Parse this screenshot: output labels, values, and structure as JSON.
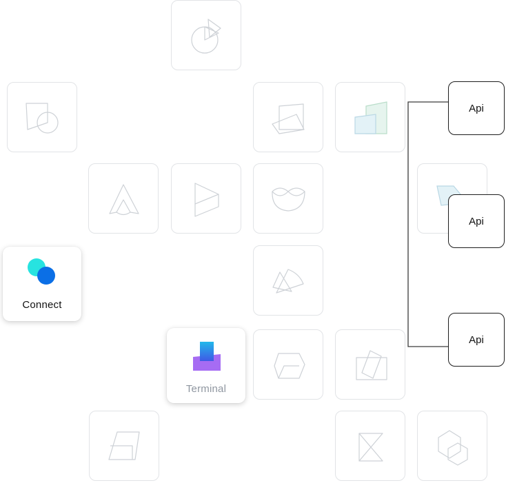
{
  "nodes": {
    "connect": {
      "label": "Connect",
      "icon": "connect-icon"
    },
    "terminal": {
      "label": "Terminal",
      "icon": "terminal-icon"
    },
    "api_nodes": [
      {
        "label": "Api"
      },
      {
        "label": "Api"
      },
      {
        "label": "Api"
      }
    ]
  },
  "colors": {
    "connect_dot_a": "#27e3e0",
    "connect_dot_b": "#0b6fe6",
    "terminal_bar_top": "#22b8ea",
    "terminal_bar_bottom": "#3f59e6",
    "terminal_base": "#a66cf3",
    "connector_line": "#3a3a3a",
    "faint_tile_border": "#e1e3e6",
    "faint_icon_stroke": "#cdd1d6",
    "terminal_label_color": "#8f96a0",
    "connect_label_color": "#111111"
  },
  "tile_icons": [
    "pie-chart-icon",
    "shapes-icon",
    "cube-tilt-icon",
    "stack-panels-icon",
    "triangle-logo-icon",
    "bowtie-logo-icon",
    "infinity-icon",
    "speech-bubble-icon",
    "fan-icon",
    "hexagon-arrow-icon",
    "rotated-square-icon",
    "parallelogram-icon",
    "hourglass-icon",
    "hex-cubes-icon"
  ]
}
